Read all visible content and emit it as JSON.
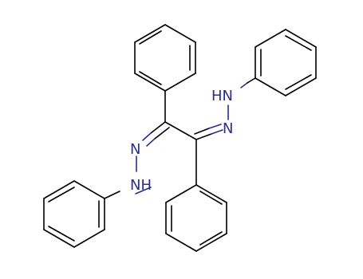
{
  "molecule": {
    "atoms": {
      "nh_top": "HN",
      "n_top": "N",
      "n_bottom": "N",
      "nh_bottom": "NH"
    },
    "colors": {
      "bond": "#000000",
      "nitrogen": "#2d2d8c",
      "background": "#ffffff"
    }
  }
}
